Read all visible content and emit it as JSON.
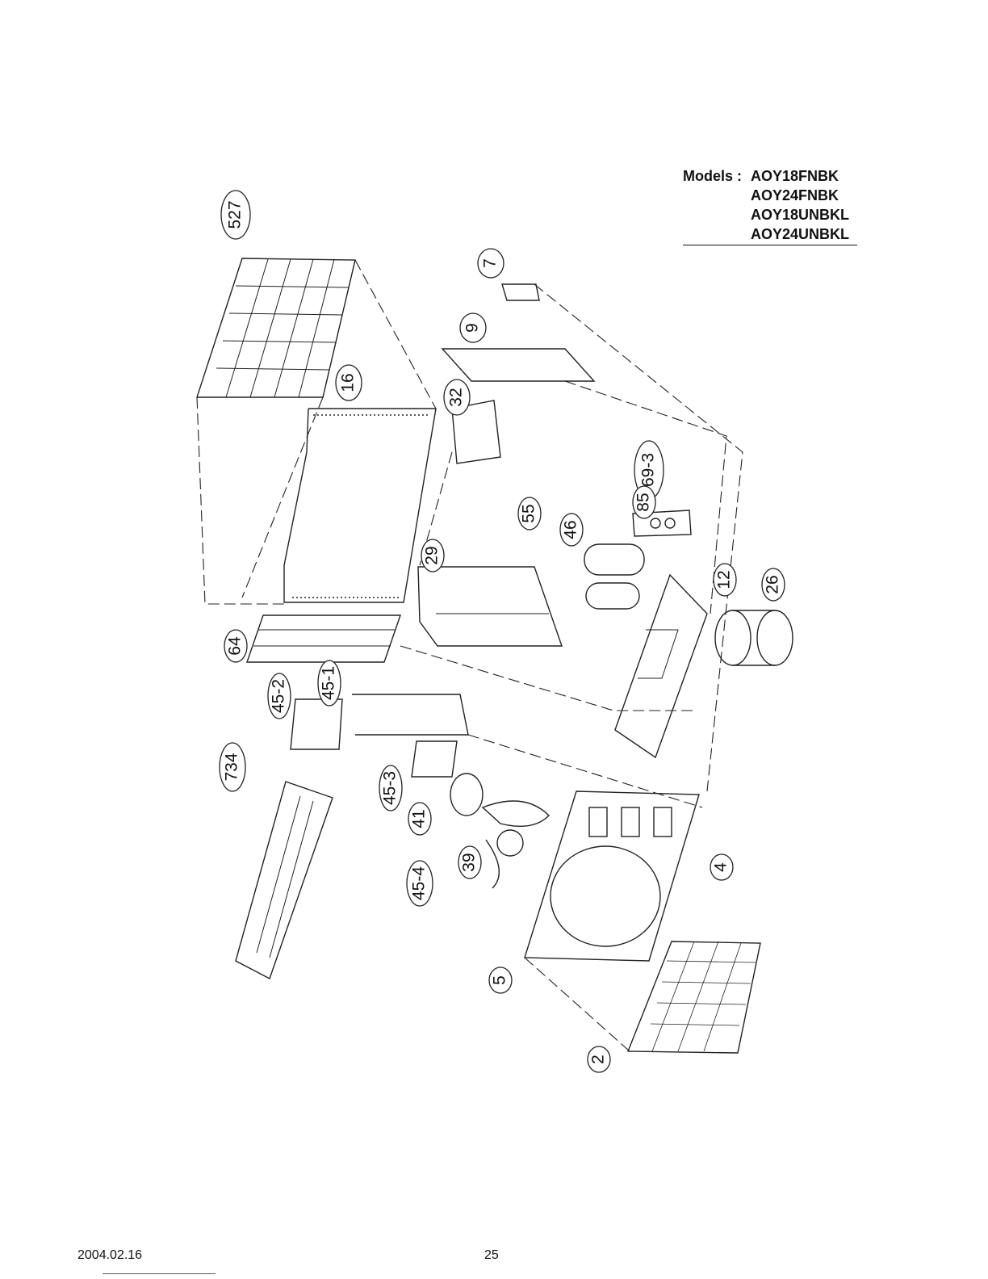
{
  "header": {
    "models_label": "Models :",
    "models": [
      "AOY18FNBK",
      "AOY24FNBK",
      "AOY18UNBKL",
      "AOY24UNBKL"
    ]
  },
  "diagram": {
    "callouts": [
      "527",
      "7",
      "9",
      "16",
      "32",
      "69-3",
      "85",
      "55",
      "46",
      "29",
      "12",
      "26",
      "64",
      "45-1",
      "45-2",
      "734",
      "45-3",
      "41",
      "45-4",
      "39",
      "4",
      "5",
      "2"
    ]
  },
  "footer": {
    "date": "2004.02.16",
    "page": "25"
  }
}
